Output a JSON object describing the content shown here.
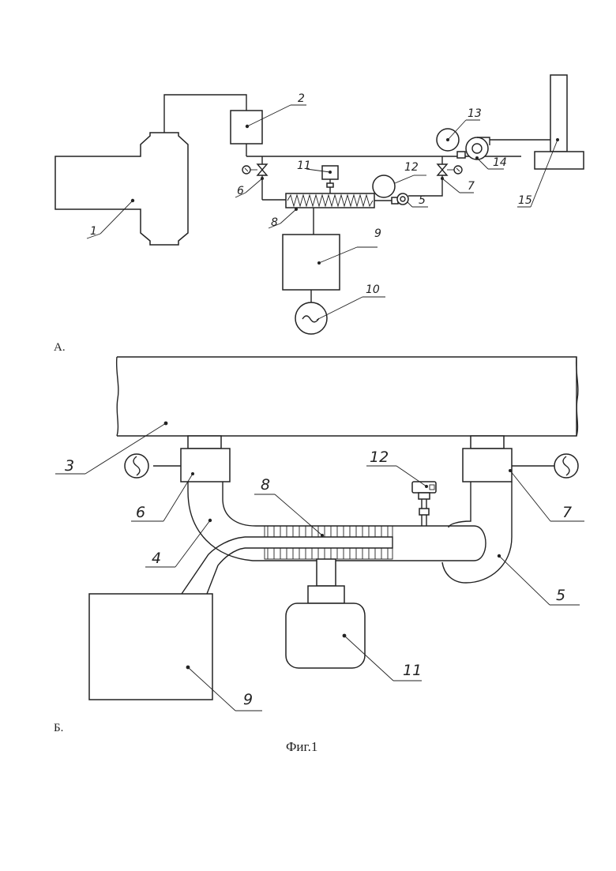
{
  "diagram_a": {
    "caption": "А.",
    "labels": {
      "engine": "1",
      "unit_2": "2",
      "pump_5": "5",
      "valve_6": "6",
      "valve_7": "7",
      "heater_8": "8",
      "tank_9": "9",
      "generator_10": "10",
      "device_11": "11",
      "gauge_12": "12",
      "gauge_13": "13",
      "pump_14": "14",
      "stack_15": "15"
    }
  },
  "diagram_b": {
    "caption": "Б.",
    "labels": {
      "manifold_3": "3",
      "pipe_4": "4",
      "pipe_5": "5",
      "valve_6": "6",
      "valve_7": "7",
      "heat_exchanger_8": "8",
      "tank_9": "9",
      "device_11": "11",
      "sensor_12": "12"
    }
  },
  "figure_caption": "Фиг.1"
}
